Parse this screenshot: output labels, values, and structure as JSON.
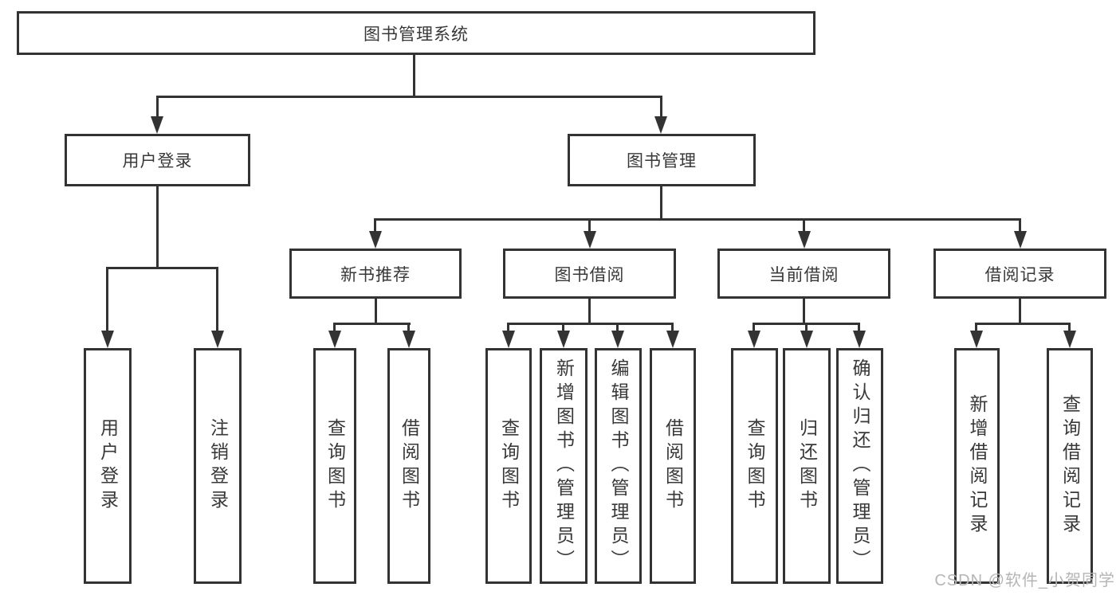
{
  "colors": {
    "line": "#333333",
    "text": "#383838",
    "watermark": "#b5b5b5",
    "background": "#ffffff"
  },
  "tree": {
    "root": "图书管理系统",
    "branches": [
      {
        "label": "用户登录",
        "leaves": [
          "用户登录",
          "注销登录"
        ]
      },
      {
        "label": "图书管理",
        "groups": [
          {
            "label": "新书推荐",
            "leaves": [
              "查询图书",
              "借阅图书"
            ]
          },
          {
            "label": "图书借阅",
            "leaves": [
              "查询图书",
              "新增图书（管理员）",
              "编辑图书（管理员）",
              "借阅图书"
            ]
          },
          {
            "label": "当前借阅",
            "leaves": [
              "查询图书",
              "归还图书",
              "确认归还（管理员）"
            ]
          },
          {
            "label": "借阅记录",
            "leaves": [
              "新增借阅记录",
              "查询借阅记录"
            ]
          }
        ]
      }
    ]
  },
  "watermark": "CSDN @软件_小贺同学"
}
